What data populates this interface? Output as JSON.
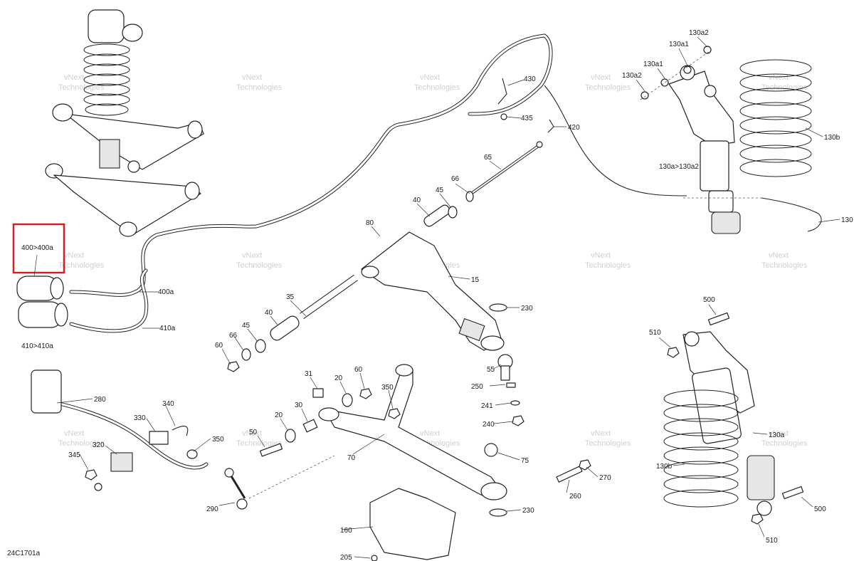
{
  "diagram_id": "24C1701a",
  "watermark": {
    "brand": "vNext",
    "sub": "Technologies",
    "full": "vNext Technologies"
  },
  "highlight_color": "#d42020",
  "labels": {
    "l400_400a": "400>400a",
    "l400a": "400a",
    "l410a": "410a",
    "l410_410a": "410>410a",
    "l430": "430",
    "l435": "435",
    "l420": "420",
    "l65": "65",
    "l66_top": "66",
    "l45_top": "45",
    "l40_top": "40",
    "l80": "80",
    "l15": "15",
    "l35": "35",
    "l40_mid": "40",
    "l45_mid": "45",
    "l66_mid": "66",
    "l60_mid": "60",
    "l230_top": "230",
    "l55": "55",
    "l250": "250",
    "l241": "241",
    "l240": "240",
    "l75": "75",
    "l230_bot": "230",
    "l31": "31",
    "l20_top": "20",
    "l60_low": "60",
    "l350_right": "350",
    "l20_low": "20",
    "l30": "30",
    "l50": "50",
    "l70": "70",
    "l280": "280",
    "l340": "340",
    "l330": "330",
    "l320": "320",
    "l345": "345",
    "l350_left": "350",
    "l290": "290",
    "l160": "160",
    "l205": "205",
    "l260": "260",
    "l270": "270",
    "l130a2_top": "130a2",
    "l130a1_top": "130a1",
    "l130a1_mid": "130a1",
    "l130a2_mid": "130a2",
    "l130b_top": "130b",
    "l130a_130a2": "130a>130a2",
    "l130_right": "130",
    "l500_top": "500",
    "l510_top": "510",
    "l130a_low": "130a",
    "l130b_low": "130b",
    "l500_low": "500",
    "l510_low": "510"
  }
}
